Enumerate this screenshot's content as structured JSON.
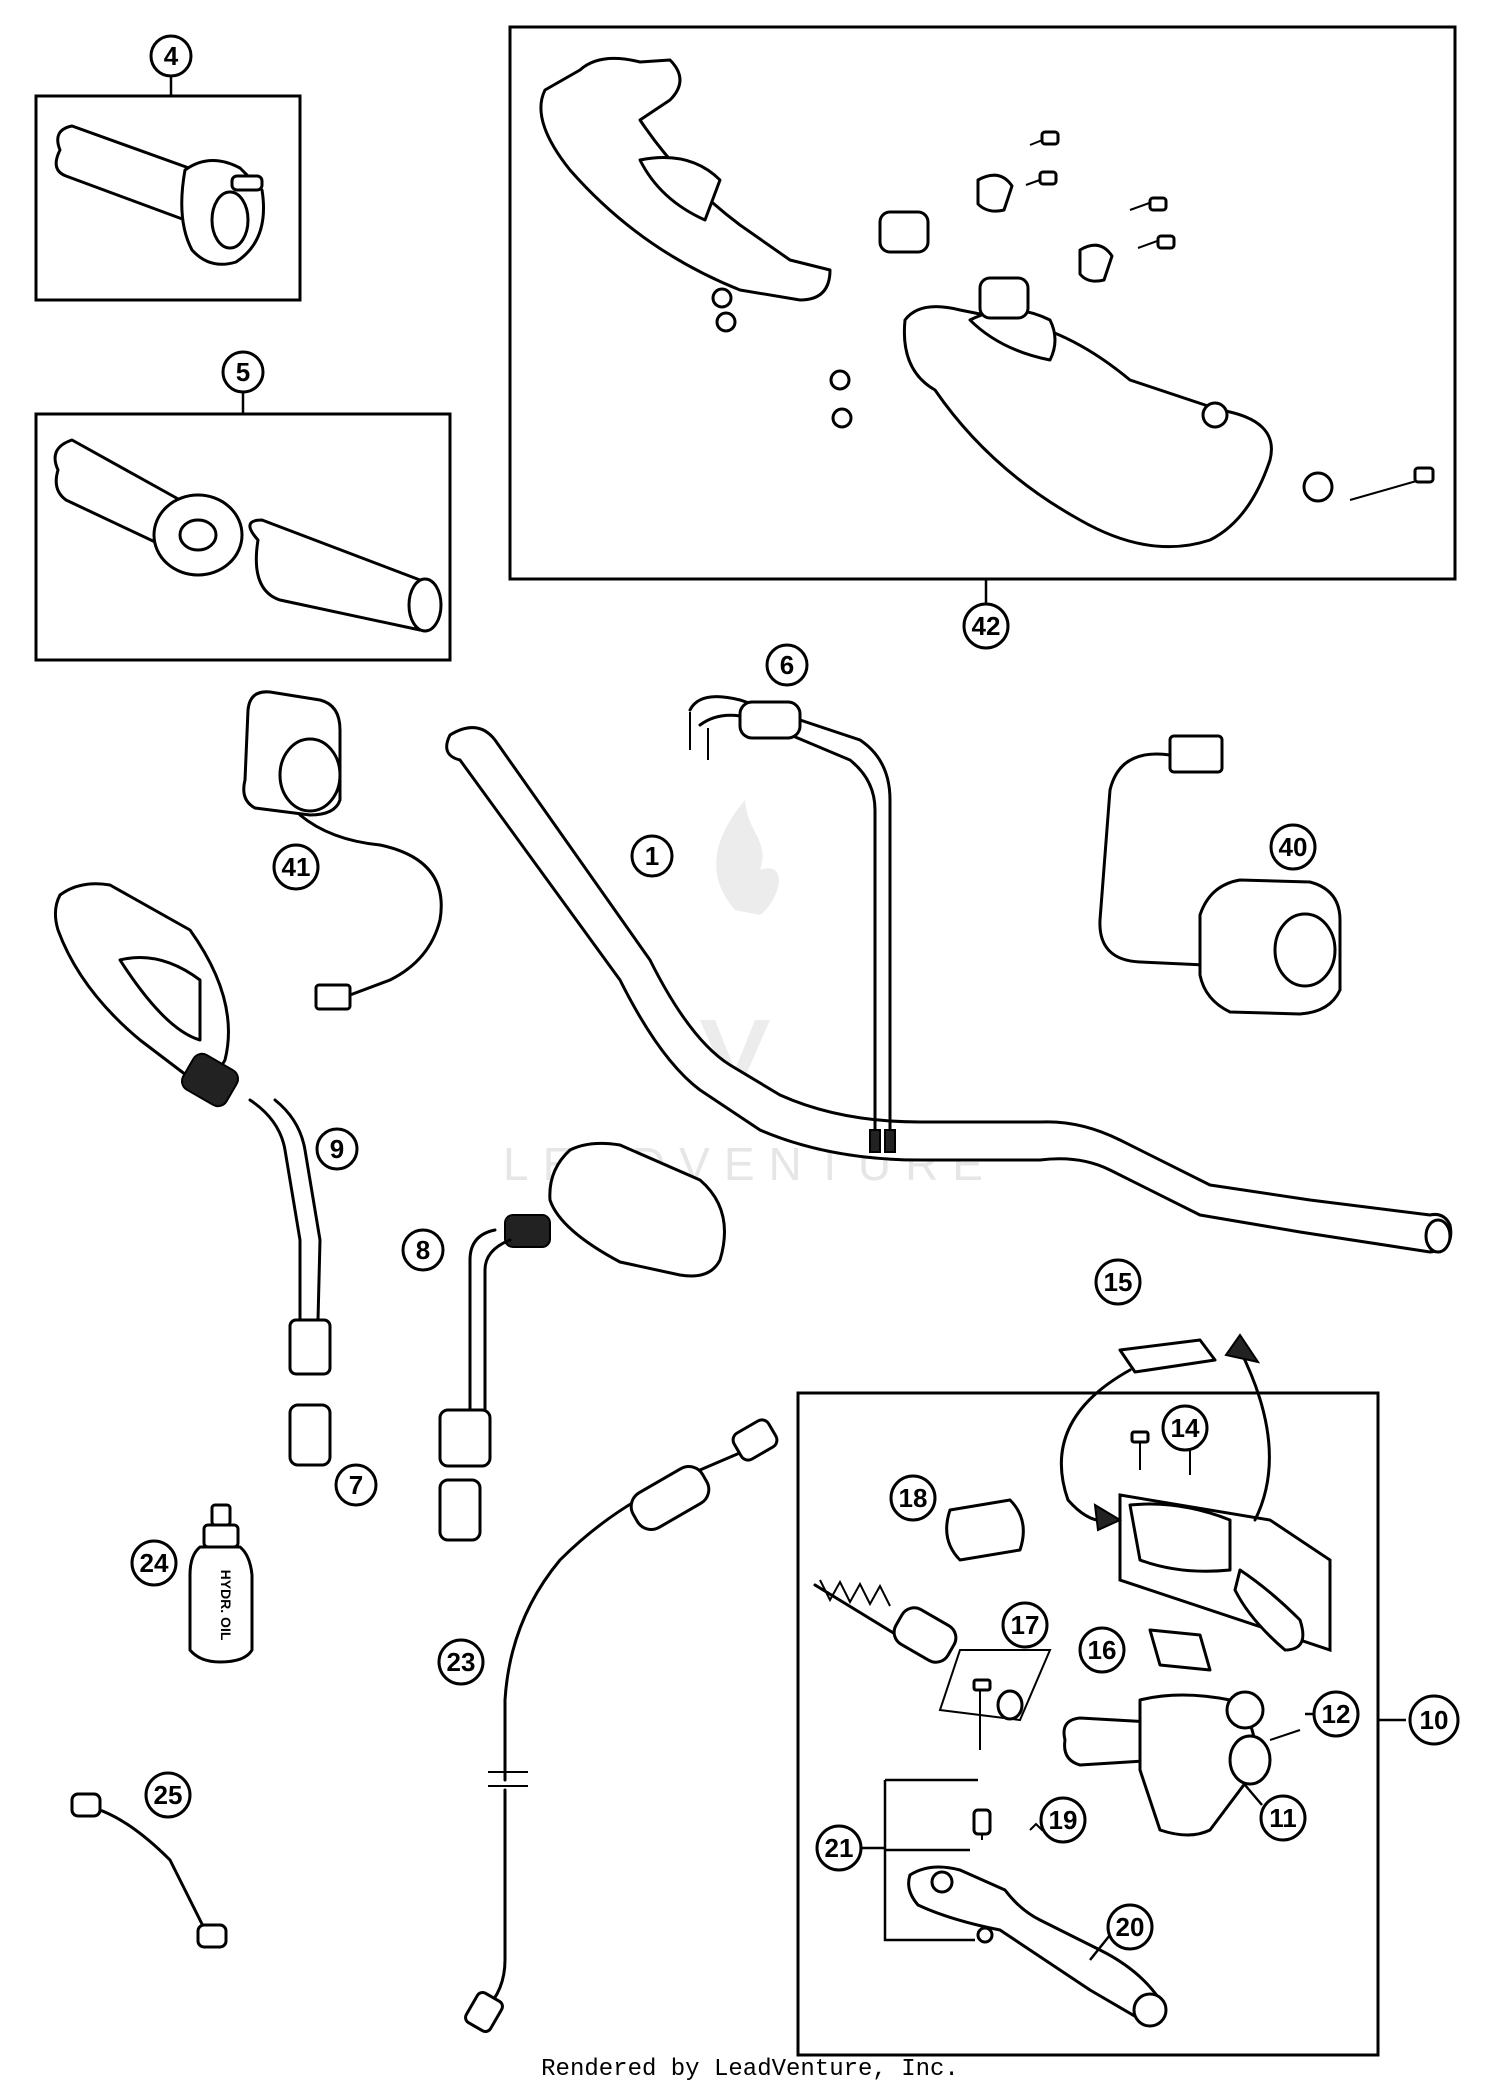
{
  "callouts": {
    "c1": "1",
    "c4": "4",
    "c5": "5",
    "c6": "6",
    "c7": "7",
    "c8": "8",
    "c9": "9",
    "c10": "10",
    "c11": "11",
    "c12": "12",
    "c14": "14",
    "c15": "15",
    "c16": "16",
    "c17": "17",
    "c18": "18",
    "c19": "19",
    "c20": "20",
    "c21": "21",
    "c23": "23",
    "c24": "24",
    "c25": "25",
    "c40": "40",
    "c41": "41",
    "c42": "42"
  },
  "bottle_label": "HYDR. OIL",
  "watermark": "LEADVENTURE",
  "footer": {
    "credit": "Rendered by LeadVenture, Inc."
  }
}
